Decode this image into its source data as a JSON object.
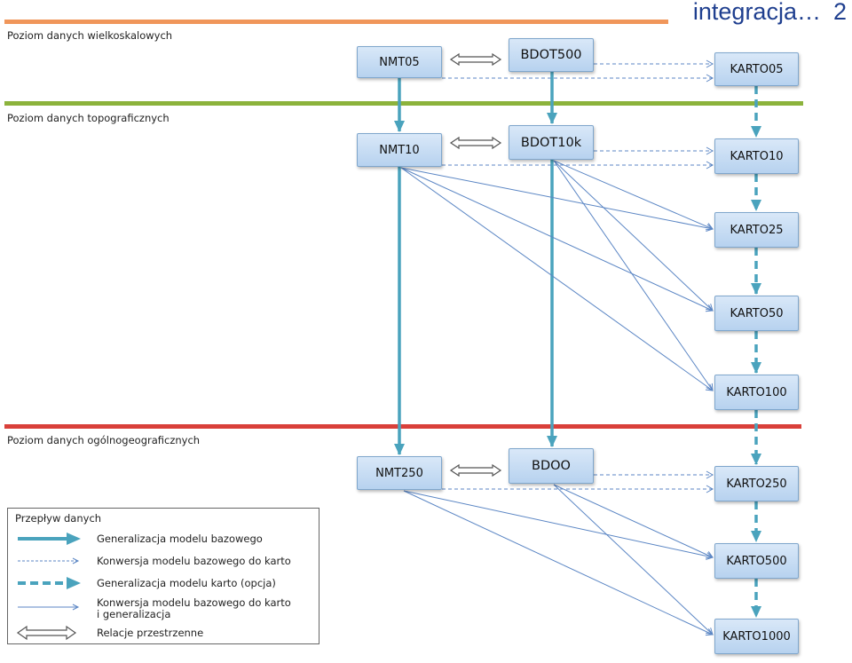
{
  "header": {
    "title": "integracja…",
    "page_number": "2"
  },
  "levels": [
    {
      "id": "large-scale",
      "label": "Poziom danych wielkoskalowych",
      "color": "#f0965a"
    },
    {
      "id": "topographic",
      "label": "Poziom danych topograficznych",
      "color": "#8cb33c"
    },
    {
      "id": "general-geographic",
      "label": "Poziom danych ogólnogeograficznych",
      "color": "#d9403a"
    }
  ],
  "nodes": {
    "nmt05": "NMT05",
    "bdot500": "BDOT500",
    "karto05": "KARTO05",
    "nmt10": "NMT10",
    "bdot10k": "BDOT10k",
    "karto10": "KARTO10",
    "karto25": "KARTO25",
    "karto50": "KARTO50",
    "karto100": "KARTO100",
    "nmt250": "NMT250",
    "bdoo": "BDOO",
    "karto250": "KARTO250",
    "karto500": "KARTO500",
    "karto1000": "KARTO1000"
  },
  "colors": {
    "flow": "#4aa3bd",
    "thin": "#5b86c4",
    "relation": "#555555"
  },
  "legend": {
    "title": "Przepływ danych",
    "items": [
      {
        "type": "solid-thick",
        "label": "Generalizacja modelu bazowego"
      },
      {
        "type": "dashed-thin",
        "label": "Konwersja modelu bazowego do karto"
      },
      {
        "type": "dashed-thick",
        "label": "Generalizacja modelu karto (opcja)"
      },
      {
        "type": "solid-thin",
        "label": "Konwersja modelu bazowego do karto\ni generalizacja"
      },
      {
        "type": "double-arrow",
        "label": "Relacje przestrzenne"
      }
    ]
  }
}
